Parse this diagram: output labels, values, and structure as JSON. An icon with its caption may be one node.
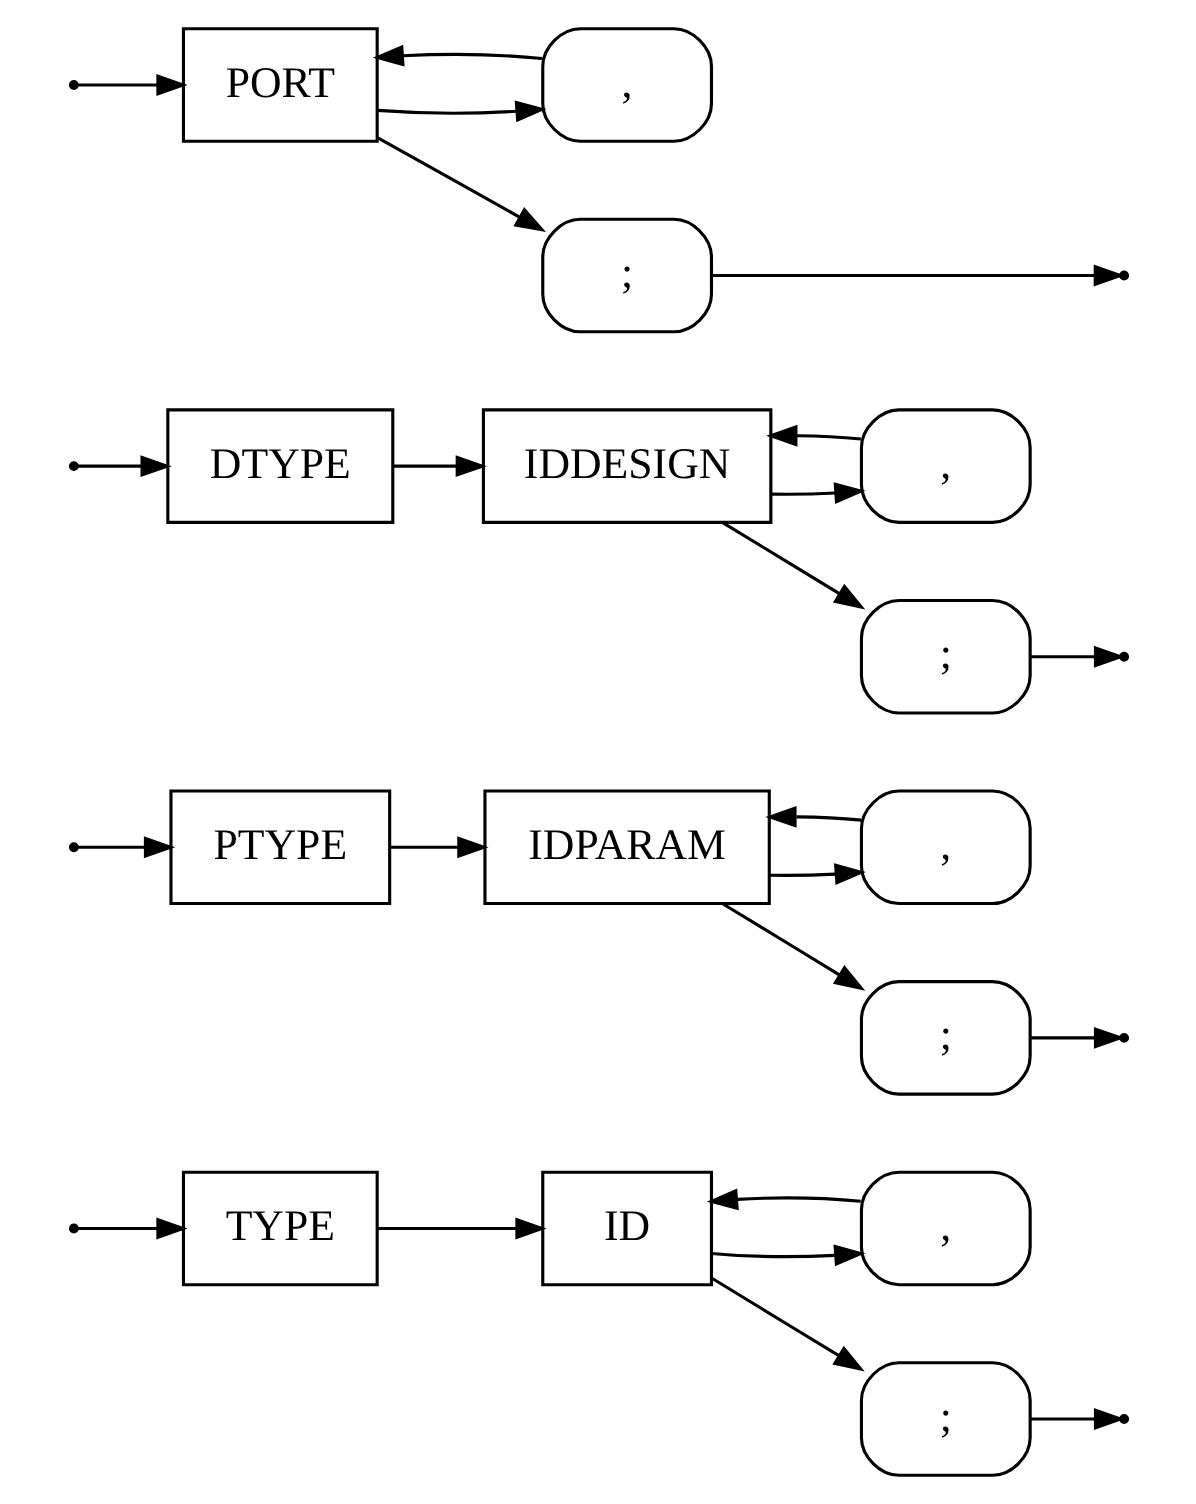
{
  "diagram": {
    "nodes": [
      {
        "text": [
          "TYPE"
        ]
      },
      {
        "text": [
          "ID"
        ]
      },
      {
        "text": [
          ","
        ]
      },
      {
        "text": [
          ";"
        ]
      },
      {
        "text": [
          "PTYPE"
        ]
      },
      {
        "text": [
          "IDPARAM"
        ]
      },
      {
        "text": [
          ","
        ]
      },
      {
        "text": [
          ";"
        ]
      },
      {
        "text": [
          "DTYPE"
        ]
      },
      {
        "text": [
          "IDDESIGN"
        ]
      },
      {
        "text": [
          ","
        ]
      },
      {
        "text": [
          ";"
        ]
      },
      {
        "text": [
          "PORT"
        ]
      },
      {
        "text": [
          ","
        ]
      },
      {
        "text": [
          ";"
        ]
      }
    ],
    "edges": [
      {
        "from": null,
        "to": 0,
        "arrow": "to"
      },
      {
        "from": 0,
        "to": 1,
        "arrow": "to"
      },
      {
        "from": 1,
        "to": 3,
        "arrow": "to"
      },
      {
        "from": 1,
        "to": 2,
        "arrow": "to"
      },
      {
        "from": 2,
        "to": 1,
        "arrow": "to"
      },
      {
        "from": 3,
        "to": null,
        "arrow": "to"
      },
      {
        "from": null,
        "to": 4,
        "arrow": "to"
      },
      {
        "from": 4,
        "to": 5,
        "arrow": "to"
      },
      {
        "from": 5,
        "to": 7,
        "arrow": "to"
      },
      {
        "from": 5,
        "to": 6,
        "arrow": "to"
      },
      {
        "from": 6,
        "to": 5,
        "arrow": "to"
      },
      {
        "from": 7,
        "to": null,
        "arrow": "to"
      },
      {
        "from": null,
        "to": 8,
        "arrow": "to"
      },
      {
        "from": 8,
        "to": 9,
        "arrow": "to"
      },
      {
        "from": 9,
        "to": 11,
        "arrow": "to"
      },
      {
        "from": 9,
        "to": 10,
        "arrow": "to"
      },
      {
        "from": 10,
        "to": 9,
        "arrow": "to"
      },
      {
        "from": 11,
        "to": null,
        "arrow": "to"
      },
      {
        "from": null,
        "to": 12,
        "arrow": "to"
      },
      {
        "from": 12,
        "to": 14,
        "arrow": "to"
      },
      {
        "from": 12,
        "to": 13,
        "arrow": "to"
      },
      {
        "from": 13,
        "to": 12,
        "arrow": "to"
      },
      {
        "from": 14,
        "to": null,
        "arrow": "to"
      }
    ]
  }
}
